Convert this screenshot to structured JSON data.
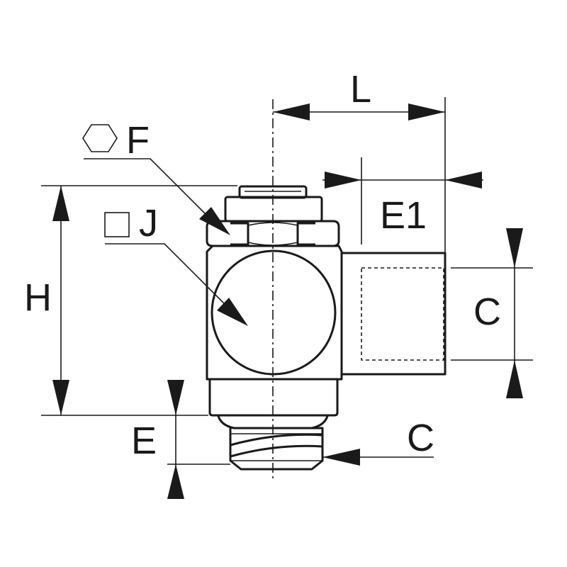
{
  "labels": {
    "L": "L",
    "F": "F",
    "J": "J",
    "E1": "E1",
    "H": "H",
    "C_side": "C",
    "E": "E",
    "C_thread": "C"
  },
  "icons": {
    "hex": "hexagon-icon",
    "square": "square-icon"
  }
}
